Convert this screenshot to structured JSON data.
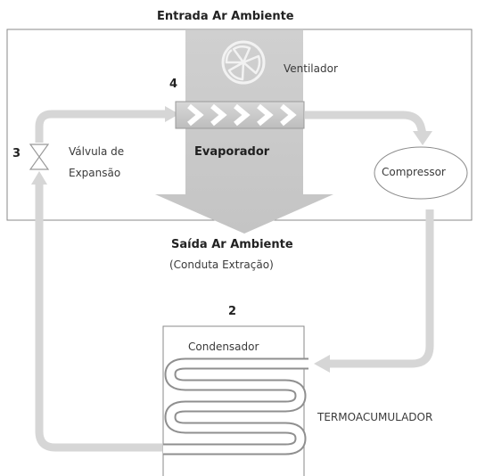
{
  "diagram": {
    "title_top": "Entrada Ar Ambiente",
    "fan_label": "Ventilador",
    "evaporator_label": "Evaporador",
    "evaporator_number": "4",
    "valve_number": "3",
    "valve_label_line1": "Válvula de",
    "valve_label_line2": "Expansão",
    "compressor_label": "Compressor",
    "exhaust_label": "Saída Ar Ambiente",
    "exhaust_sublabel": "(Conduta Extração)",
    "condenser_number": "2",
    "condenser_label": "Condensador",
    "tank_label": "TERMOACUMULADOR",
    "colors": {
      "pipe": "#d6d6d6",
      "air_flow": "#c8c8c8",
      "box_border": "#8a8a8a",
      "evaporator_chevron": "#ffffff"
    },
    "icons": [
      "fan-icon",
      "expansion-valve-icon",
      "chevron-icon"
    ]
  }
}
